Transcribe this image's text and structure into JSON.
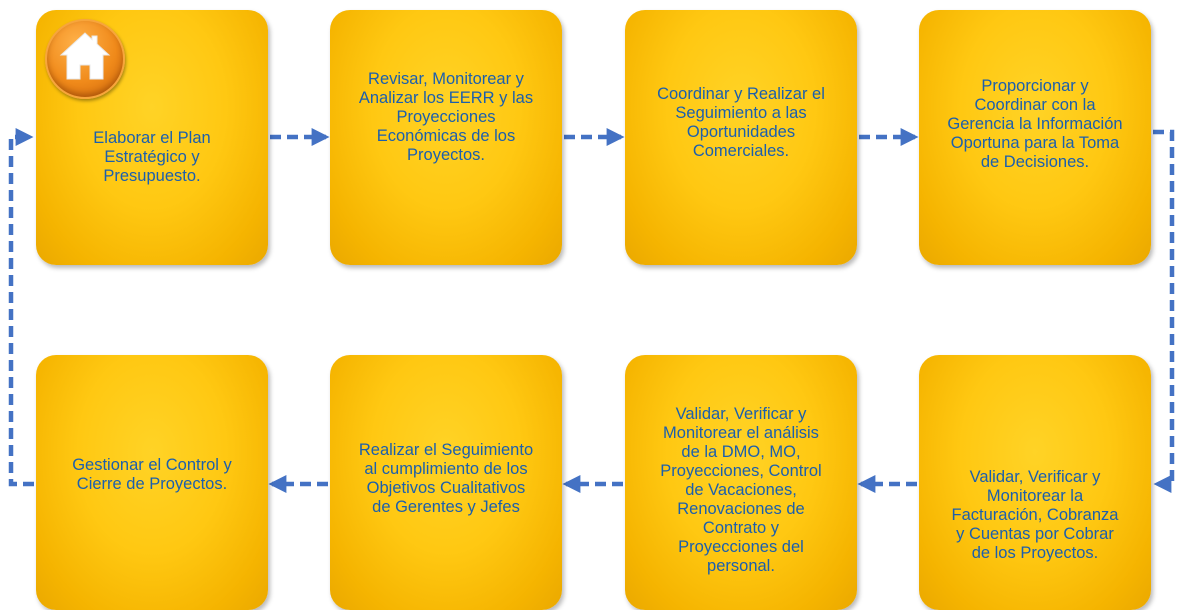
{
  "icons": {
    "home": "home-icon"
  },
  "colors": {
    "box_fill": "#ffc812",
    "text": "#1b5fae",
    "connector": "#4472c4",
    "home_button": "#f08a1a"
  },
  "steps": [
    {
      "label": "Elaborar el Plan\nEstratégico y\nPresupuesto."
    },
    {
      "label": "Revisar, Monitorear y\nAnalizar los EERR y las\nProyecciones\nEconómicas de los\nProyectos."
    },
    {
      "label": "Coordinar y Realizar el\nSeguimiento a las\nOportunidades\nComerciales."
    },
    {
      "label": "Proporcionar y\nCoordinar con la\nGerencia la Información\nOportuna para la Toma\nde Decisiones."
    },
    {
      "label": "Validar, Verificar y\nMonitorear la\nFacturación, Cobranza\ny Cuentas por Cobrar\nde los Proyectos."
    },
    {
      "label": "Validar, Verificar y\nMonitorear el análisis\nde la DMO, MO,\nProyecciones,  Control\nde Vacaciones,\nRenovaciones de\nContrato y\nProyecciones del\npersonal."
    },
    {
      "label": "Realizar el Seguimiento\nal cumplimiento de los\nObjetivos Cualitativos\nde Gerentes y Jefes"
    },
    {
      "label": "Gestionar el Control y\nCierre de Proyectos."
    }
  ]
}
